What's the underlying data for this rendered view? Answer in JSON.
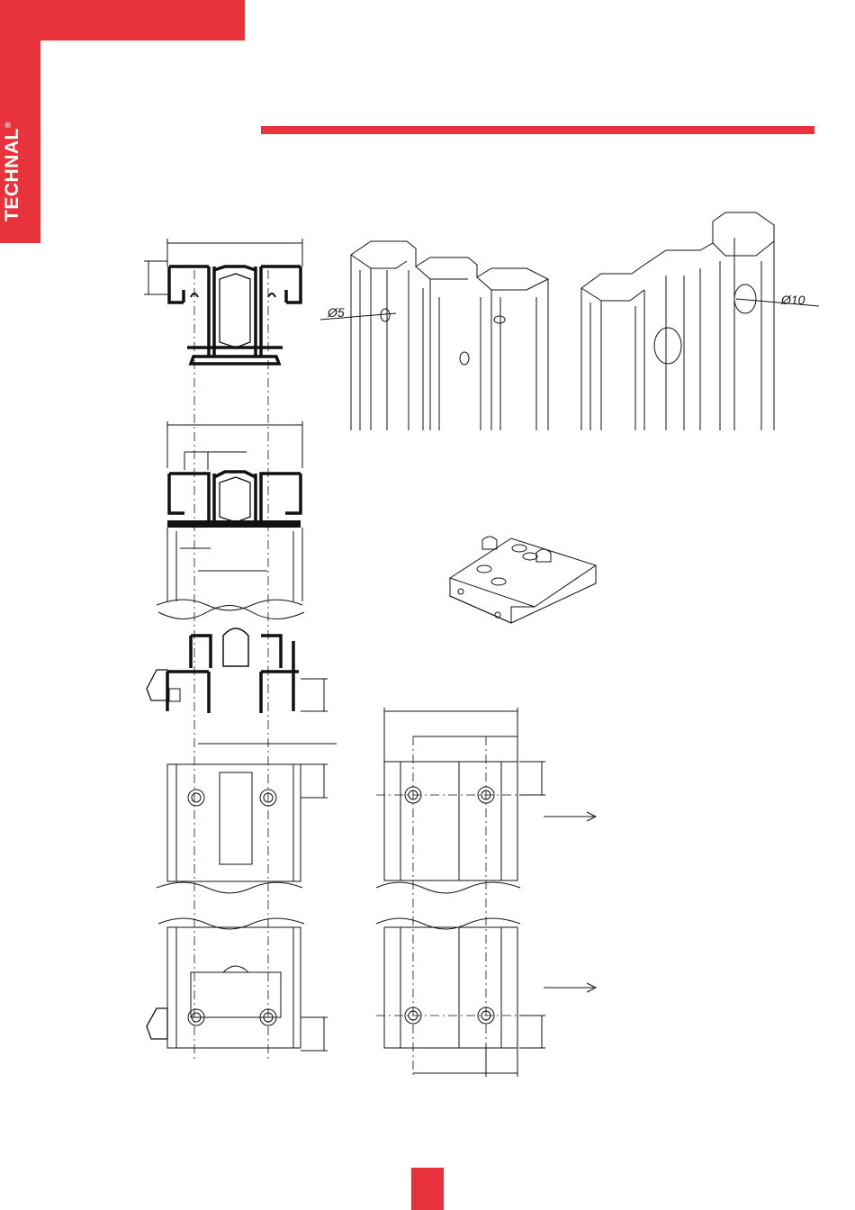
{
  "brand": {
    "name": "TECHNAL",
    "mark": "®",
    "color": "#e8323c"
  },
  "annotations": {
    "hole_small": "Ø5",
    "hole_large": "Ø10"
  }
}
